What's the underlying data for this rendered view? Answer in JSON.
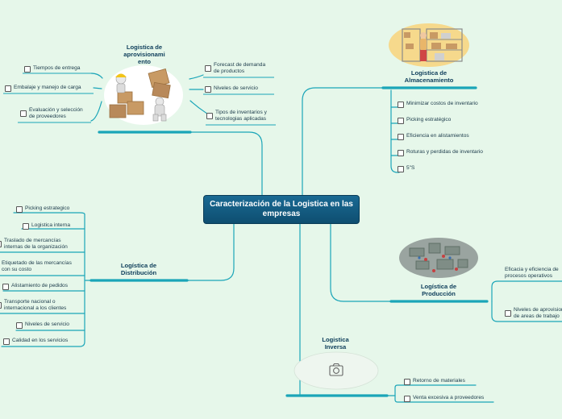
{
  "central": {
    "title": "Caracterización de la Logistica en las empresas"
  },
  "aprovisionamiento": {
    "title_lines": [
      "Logistica de",
      "aprovisionami",
      "ento"
    ],
    "left_items": [
      "Tiempos de entrega",
      "Embalaje y manejo de carga",
      "Evaluación y selección de proveedores"
    ],
    "left_lines": [
      [
        "Tiempos de entrega"
      ],
      [
        "Embalaje y manejo de carga"
      ],
      [
        "Evaluación y selección",
        "de proveedores"
      ]
    ],
    "right_lines": [
      [
        "Forecast de demanda",
        "de productos"
      ],
      [
        "Niveles de servicio"
      ],
      [
        "Tipos de inventarios y",
        "tecnologias aplicadas"
      ]
    ]
  },
  "almacenamiento": {
    "title_lines": [
      "Logistica de",
      "Almacenamiento"
    ],
    "items": [
      "Minimizar costos de inventario",
      "Picking estratégico",
      "Eficiencia en alistamientos",
      "Roturas y perdidas de inventario",
      "5\"S"
    ]
  },
  "distribucion": {
    "title_lines": [
      "Logística de",
      "Distribución"
    ],
    "items": [
      [
        "Picking estrategico"
      ],
      [
        "Logistica interna"
      ],
      [
        "Traslado de mercancías",
        "internas de la organización"
      ],
      [
        "Etiquetado de las mercancías",
        "con su costo"
      ],
      [
        "Alistamiento de pedidos"
      ],
      [
        "Transporte nacional o",
        "internacional a los clientes"
      ],
      [
        "Niveles de servicio"
      ],
      [
        "Calidad en los servicios"
      ]
    ]
  },
  "produccion": {
    "title_lines": [
      "Logística de",
      "Producción"
    ],
    "items": [
      [
        "Eficacia y eficiencia de",
        "procesos operativos"
      ],
      [
        "Niveles de aprovisionamiento",
        "de areas de trabajo"
      ]
    ]
  },
  "inversa": {
    "title_lines": [
      "Logistica",
      "Inversa"
    ],
    "items": [
      "Retorno de materiales",
      "Venta excesiva a proveedores"
    ]
  },
  "colors": {
    "connector": "#1aa5b8",
    "central_bg": "#145f86",
    "background": "#e6f7ea",
    "title_text": "#0d3d5a"
  }
}
